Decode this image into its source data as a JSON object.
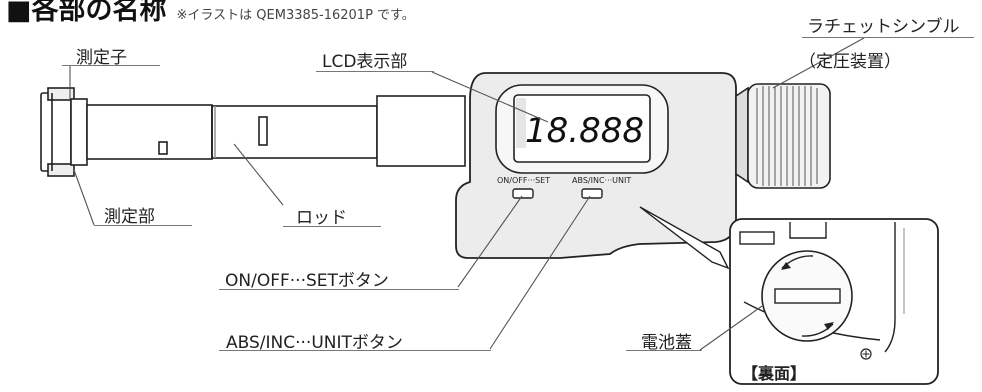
{
  "heading": {
    "title": "■各部の名称",
    "note": "※イラストは QEM3385-16201P です。"
  },
  "display": {
    "value": "18.888"
  },
  "buttons": {
    "left_caption": "ON/OFF···SET",
    "right_caption": "ABS/INC···UNIT"
  },
  "labels": {
    "probe": "測定子",
    "lcd": "LCD表示部",
    "ratchet_line1": "ラチェットシンブル",
    "ratchet_line2": "（定圧装置）",
    "measuring_part": "測定部",
    "rod": "ロッド",
    "on_off_button": "ON/OFF···SETボタン",
    "abs_inc_button": "ABS/INC···UNITボタン",
    "battery_cover": "電池蓋",
    "back_side": "【裏面】"
  }
}
